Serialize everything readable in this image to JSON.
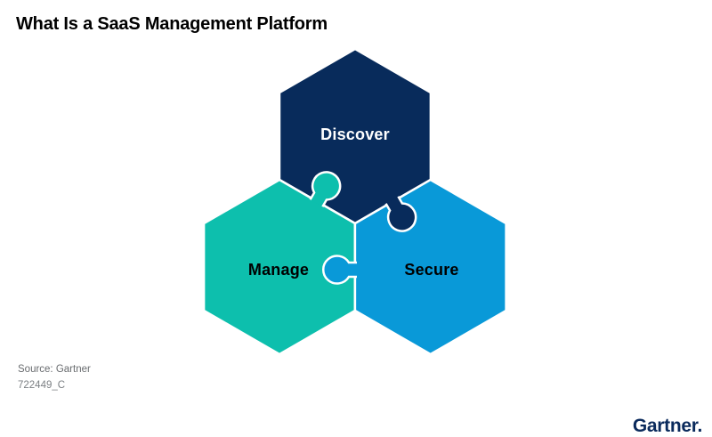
{
  "page": {
    "title": "What Is a SaaS Management Platform"
  },
  "diagram": {
    "description": "Three interlocking hexagonal puzzle pieces",
    "pieces": [
      {
        "label": "Discover",
        "color": "#082B5B",
        "text_color": "#FFFFFF"
      },
      {
        "label": "Manage",
        "color": "#0DBFAD",
        "text_color": "#000000"
      },
      {
        "label": "Secure",
        "color": "#0999D8",
        "text_color": "#000000"
      }
    ],
    "seam_color": "#FFFFFF"
  },
  "footer": {
    "source_label": "Source: Gartner",
    "figure_code": "722449_C"
  },
  "branding": {
    "wordmark": "Gartner.",
    "wordmark_color": "#0A2A5C"
  }
}
